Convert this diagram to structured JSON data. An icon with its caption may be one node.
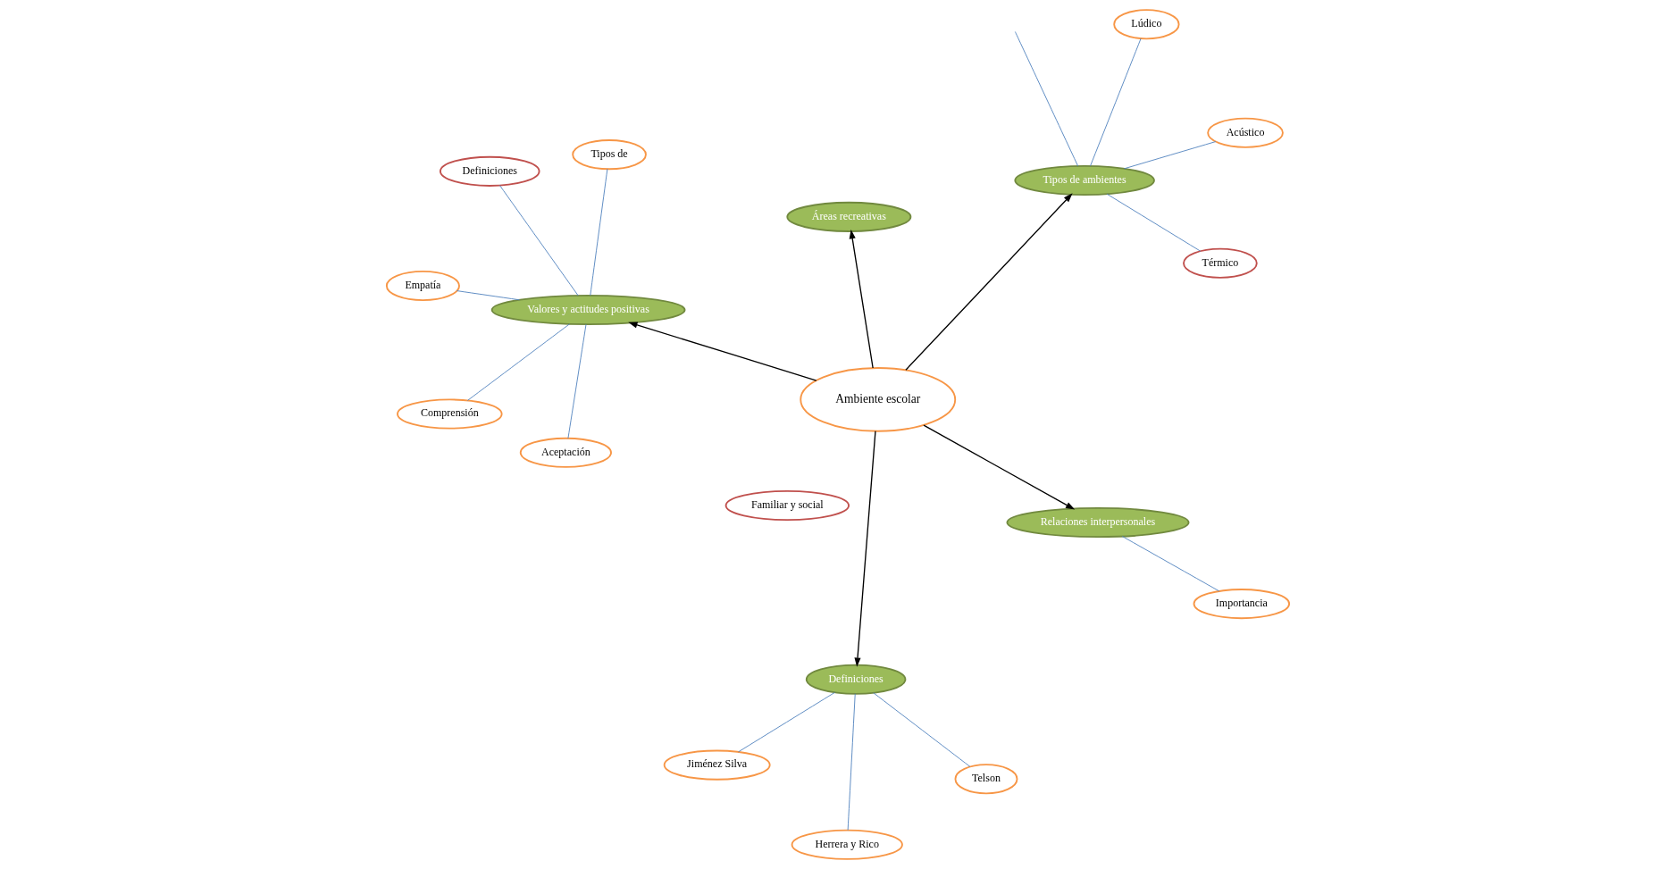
{
  "diagram": {
    "nodes": [
      {
        "text": [
          "Ambiente escolar"
        ]
      },
      {
        "text": [
          "Relaciones interpersonales"
        ]
      },
      {
        "text": [
          "Importancia"
        ]
      },
      {
        "text": [
          "Valores y actitudes positivas"
        ]
      },
      {
        "text": [
          "Tipos de"
        ]
      },
      {
        "text": [
          "Definiciones"
        ]
      },
      {
        "text": [
          "Empatía"
        ]
      },
      {
        "text": [
          "Aceptación"
        ]
      },
      {
        "text": [
          "Comprensión"
        ]
      },
      {
        "text": [
          "Definiciones"
        ]
      },
      {
        "text": [
          "Herrera y Rico"
        ]
      },
      {
        "text": [
          "Jiménez Silva"
        ]
      },
      {
        "text": [
          "Telson"
        ]
      },
      {
        "text": [
          "Tipos de ambientes"
        ]
      },
      {
        "text": [
          "Lúdico"
        ]
      },
      {
        "text": [
          "Térmico"
        ]
      },
      {
        "text": [
          "Acústico"
        ]
      },
      {
        "text": [
          "Familiar y social"
        ]
      },
      {
        "text": [
          "Áreas recreativas"
        ]
      }
    ],
    "edges": [
      {
        "from": 0,
        "to": 1,
        "arrow": "to",
        "color": "#000000"
      },
      {
        "from": 0,
        "to": 3,
        "arrow": "to",
        "color": "#000000"
      },
      {
        "from": 0,
        "to": 9,
        "arrow": "to",
        "color": "#000000"
      },
      {
        "from": 0,
        "to": 13,
        "arrow": "to",
        "color": "#000000"
      },
      {
        "from": 0,
        "to": 18,
        "arrow": "to",
        "color": "#000000"
      },
      {
        "from": 1,
        "to": 2,
        "arrow": "none"
      },
      {
        "from": 3,
        "to": 4,
        "arrow": "none"
      },
      {
        "from": 3,
        "to": 5,
        "arrow": "none"
      },
      {
        "from": 3,
        "to": 6,
        "arrow": "none"
      },
      {
        "from": 3,
        "to": 7,
        "arrow": "none"
      },
      {
        "from": 3,
        "to": 8,
        "arrow": "none"
      },
      {
        "from": 9,
        "to": 10,
        "arrow": "none"
      },
      {
        "from": 9,
        "to": 11,
        "arrow": "none"
      },
      {
        "from": 9,
        "to": 12,
        "arrow": "none"
      },
      {
        "from": 13,
        "to": 14,
        "arrow": "none"
      },
      {
        "from": 13,
        "to": 15,
        "arrow": "none"
      },
      {
        "from": 13,
        "to": 16,
        "arrow": "none"
      },
      {
        "from": 13,
        "to": null,
        "arrow": "none"
      }
    ]
  }
}
